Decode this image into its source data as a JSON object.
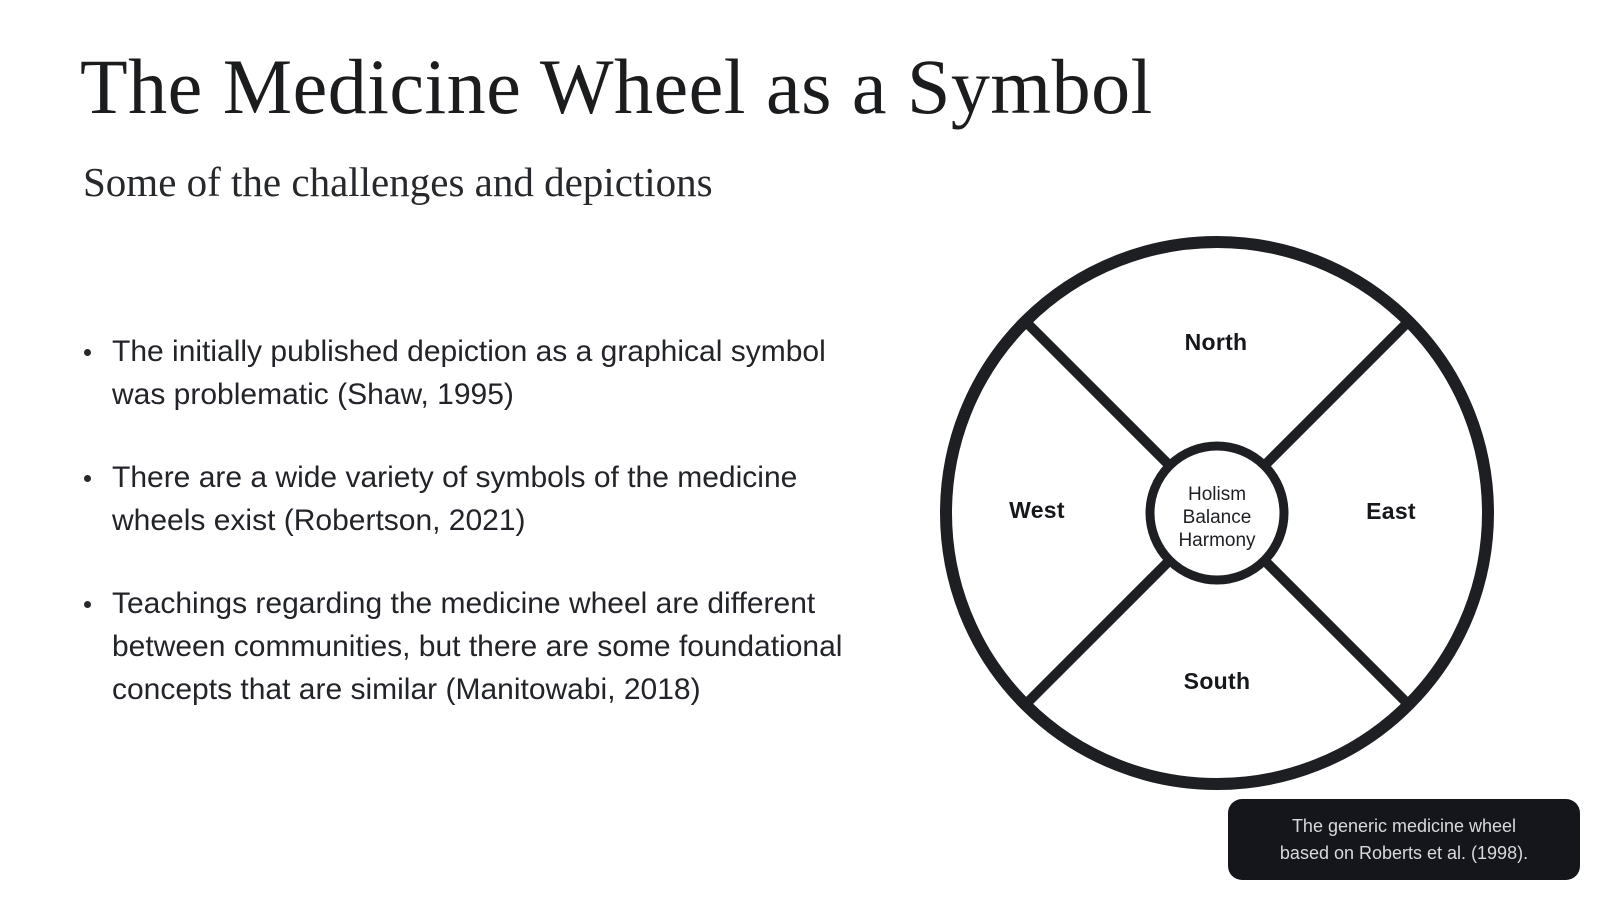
{
  "slide": {
    "title": "The Medicine Wheel as a Symbol",
    "subtitle": "Some of the challenges and depictions",
    "bullets": [
      "The initially published depiction as a graphical symbol was problematic (Shaw, 1995)",
      "There are a wide variety of symbols of the medicine wheels exist (Robertson, 2021)",
      "Teachings regarding the medicine wheel are different between communities, but there are some foundational concepts that are similar (Manitowabi, 2018)"
    ]
  },
  "diagram": {
    "type": "medicine-wheel",
    "directions": {
      "north": "North",
      "east": "East",
      "south": "South",
      "west": "West"
    },
    "center_values": {
      "line1": "Holism",
      "line2": "Balance",
      "line3": "Harmony"
    },
    "stroke_color": "#1d1f23"
  },
  "caption": {
    "line1": "The generic medicine wheel",
    "line2": "based on Roberts et al. (1998).",
    "bg_color": "#14161b",
    "text_color": "#d7d9db"
  },
  "colors": {
    "background": "#ffffff",
    "title_text": "#1b1c1e",
    "body_text": "#222429"
  }
}
